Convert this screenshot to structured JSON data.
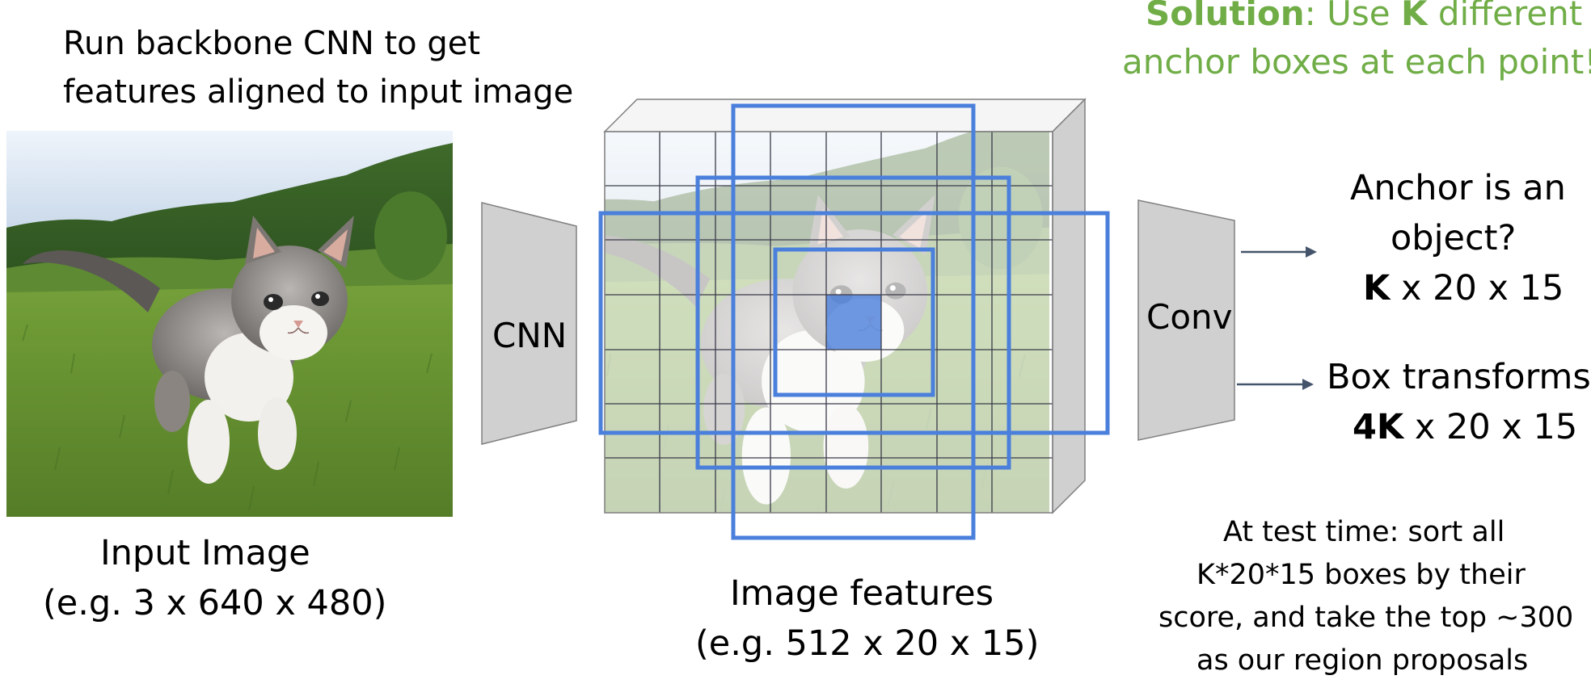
{
  "heading": {
    "line1": "Run backbone CNN to get",
    "line2": "features aligned to input image"
  },
  "solution": {
    "bold_label": "Solution",
    "text_a": ": Use ",
    "bold_k": "K",
    "text_b": " different",
    "line2": "anchor boxes at each point!"
  },
  "input_image": {
    "label": "Input Image",
    "dims": "(e.g. 3 x 640 x 480)",
    "subject": "kitten walking on grass"
  },
  "cnn_block": {
    "label": "CNN"
  },
  "features": {
    "label": "Image features",
    "dims": "(e.g. 512 x 20 x 15)"
  },
  "conv_block": {
    "label": "Conv"
  },
  "objectness": {
    "line1": "Anchor is an",
    "line2": "object?",
    "bold": "K",
    "rest": " x 20 x 15"
  },
  "box_transforms": {
    "line1": "Box transforms",
    "bold": "4K",
    "rest": " x 20 x 15"
  },
  "test_note": {
    "line1": "At test time: sort all",
    "line2": "K*20*15 boxes by their",
    "line3": "score, and take the top ~300",
    "line4": "as our region proposals"
  },
  "colors": {
    "anchor_box": "#4a7fdb",
    "solution_text": "#70ad47",
    "block_fill": "#d0d0d0",
    "arrow": "#44546a"
  }
}
